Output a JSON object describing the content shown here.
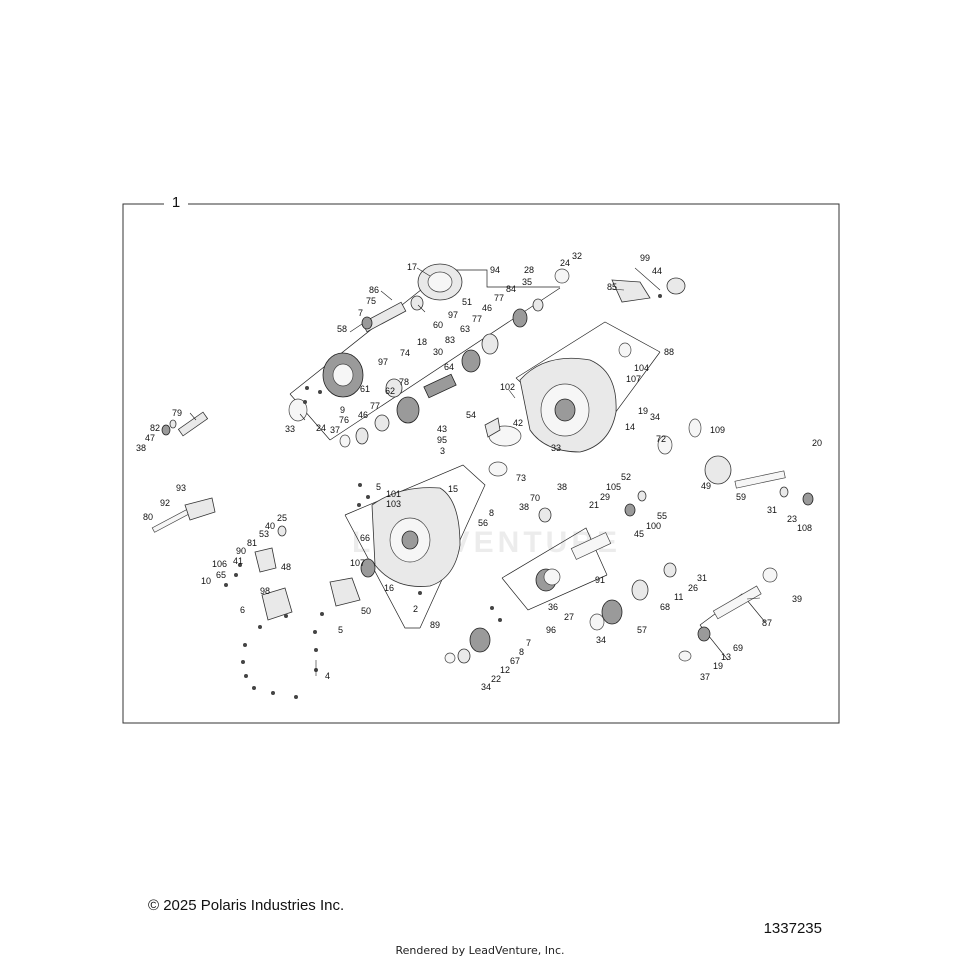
{
  "diagram": {
    "assembly_callout": "1",
    "watermark": "LEADVENTURE",
    "callouts": [
      "17",
      "94",
      "86",
      "75",
      "7",
      "58",
      "60",
      "97",
      "51",
      "18",
      "74",
      "97",
      "61",
      "9",
      "33",
      "32",
      "24",
      "28",
      "35",
      "84",
      "77",
      "46",
      "77",
      "63",
      "83",
      "64",
      "30",
      "78",
      "62",
      "77",
      "46",
      "76",
      "37",
      "24",
      "99",
      "44",
      "85",
      "88",
      "104",
      "107",
      "102",
      "42",
      "33",
      "54",
      "43",
      "95",
      "3",
      "73",
      "79",
      "82",
      "47",
      "38",
      "19",
      "34",
      "14",
      "72",
      "109",
      "49",
      "59",
      "20",
      "31",
      "23",
      "108",
      "93",
      "92",
      "80",
      "5",
      "101",
      "103",
      "15",
      "8",
      "56",
      "66",
      "107",
      "16",
      "2",
      "52",
      "105",
      "29",
      "21",
      "55",
      "100",
      "45",
      "70",
      "38",
      "38",
      "25",
      "40",
      "53",
      "81",
      "90",
      "106",
      "41",
      "65",
      "10",
      "48",
      "98",
      "50",
      "6",
      "5",
      "4",
      "89",
      "91",
      "26",
      "31",
      "11",
      "27",
      "36",
      "68",
      "39",
      "96",
      "7",
      "8",
      "67",
      "12",
      "22",
      "34",
      "57",
      "34",
      "87",
      "69",
      "13",
      "19",
      "37"
    ]
  },
  "footer": {
    "copyright": "© 2025 Polaris Industries Inc.",
    "doc_number": "1337235",
    "rendered_by": "Rendered by LeadVenture, Inc."
  }
}
